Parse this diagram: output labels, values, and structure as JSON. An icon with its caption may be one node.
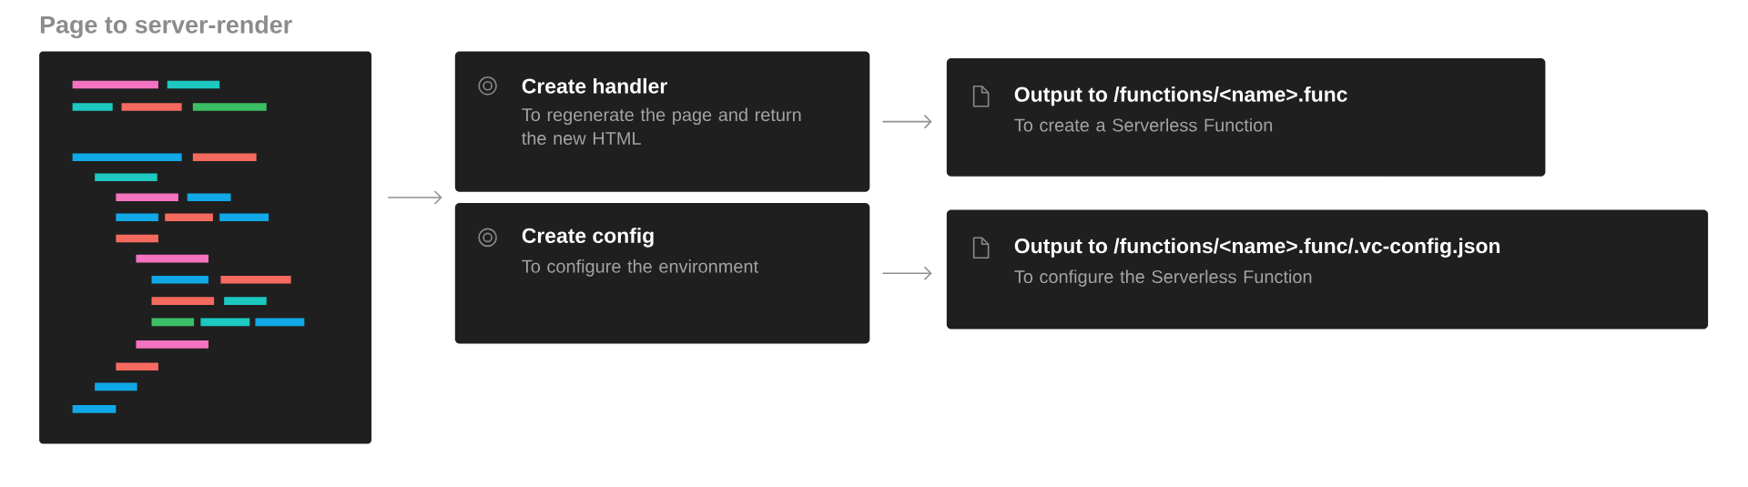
{
  "diagram": {
    "nodes": [
      {
        "text": [
          "Page to server-render"
        ]
      },
      {
        "text": [
          "Create handler",
          "To regenerate the page and return the new HTML"
        ]
      },
      {
        "text": [
          "Create config",
          "To configure the environment"
        ]
      },
      {
        "text": [
          "Output to /functions/<name>.func",
          "To create a Serverless Function"
        ]
      },
      {
        "text": [
          "Output to /functions/<name>.func/.vc-config.json",
          "To configure the Serverless Function"
        ]
      }
    ],
    "edges": [
      {
        "from": 0,
        "to": 1,
        "arrow": "to"
      },
      {
        "from": 0,
        "to": 2,
        "arrow": "to"
      },
      {
        "from": 1,
        "to": 3,
        "arrow": "to"
      },
      {
        "from": 2,
        "to": 4,
        "arrow": "to"
      }
    ]
  }
}
